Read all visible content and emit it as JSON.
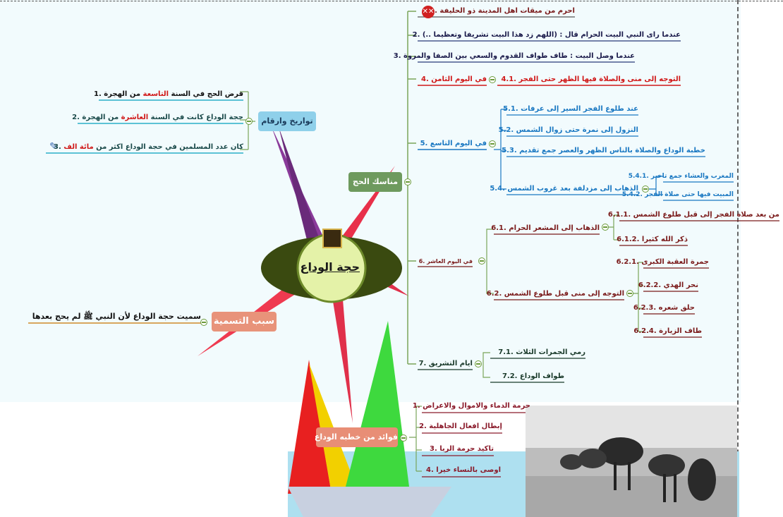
{
  "center": {
    "title": "حجة الوداع"
  },
  "branches": {
    "manasik": {
      "label": "مناسك الحج"
    },
    "tawarikh": {
      "label": "تواريخ وارقام"
    },
    "tasmiya": {
      "label": "سبب التسمية"
    },
    "fawaid": {
      "label": "فوائد من خطبه الوداع"
    }
  },
  "manasik_items": {
    "i1": "احرم من ميقات اهل المدينة ذو الحليفة .1",
    "i2": "عندما راى النبي البيت الحرام قال : (اللهم زد هذا البيت تشريفا وتعظيما ..) .2",
    "i3": "عندما وصل البيت : طاف طواف القدوم والسعي بين الصفا والمروة .3",
    "i4": "في اليوم الثامن .4",
    "i4_1": "التوجه إلى منى والصلاة فيها  الظهر حتى الفجر .4.1",
    "i5": "في اليوم التاسع .5",
    "i5_1": "عند طلوع الفجر السير إلى عرفات .5.1",
    "i5_2": "النزول إلى نمرة حتى زوال الشمس .5.2",
    "i5_3": "خطبة الوداع والصلاة بالناس الظهر والعصر جمع تقديم .5.3",
    "i5_4": "الذهاب إلى مزدلفة بعد غروب الشمس .5.4",
    "i5_4_1": "المغرب والعشاء جمع تاخير .5.4.1",
    "i5_4_2": "المبيت فيها حتى صلاة الفجر .5.4.2",
    "i6": "في اليوم العاشر .6",
    "i6_1": "الذهاب إلى المشعر الحرام .6.1",
    "i6_1_1": "من بعد صلاة الفجر إلى قبل طلوع الشمس .6.1.1",
    "i6_1_2": "ذكر الله كثيرا .6.1.2",
    "i6_2": "التوجه إلى منى قبل طلوع الشمس .6.2",
    "i6_2_1": "جمرة العقبة الكبرى .6.2.1",
    "i6_2_2": "نحر الهدي .6.2.2",
    "i6_2_3": "حلق شعره .6.2.3",
    "i6_2_4": "طاف الزيارة .6.2.4",
    "i7": "ايام التشريق .7",
    "i7_1": "رمي الجمرات الثلاث .7.1",
    "i7_2": "طواف الوداع .7.2"
  },
  "tawarikh_items": {
    "t1_a": "فرض الحج في السنة ",
    "t1_b": "التاسعة",
    "t1_c": " من الهجرة .1",
    "t2_a": "حجة الوداع كانت في السنة ",
    "t2_b": "العاشرة",
    "t2_c": " من الهجرة .2",
    "t3_a": "كان عدد المسلمين في حجة الوداع اكثر من ",
    "t3_b": "مائة الف",
    "t3_c": " .3"
  },
  "tasmiya_items": {
    "s1": "سميت حجة الوداع لأن النبي ﷺ لم يحج بعدها"
  },
  "fawaid_items": {
    "f1": "حرمة الدماء والاموال والاعراض .1",
    "f2": "إبطال افعال الجاهلية .2",
    "f3": "تاكيد حرمة الربا .3",
    "f4": "اوصى بالنساء خيرا .4"
  },
  "colors": {
    "red_hl": "#d01818",
    "blue_branch": "#1a78c2",
    "manasik_box": "#6e9a5e",
    "tawarikh_box": "#8fd0ea",
    "tasmiya_box": "#e8937a",
    "fawaid_box": "#e88e76"
  }
}
